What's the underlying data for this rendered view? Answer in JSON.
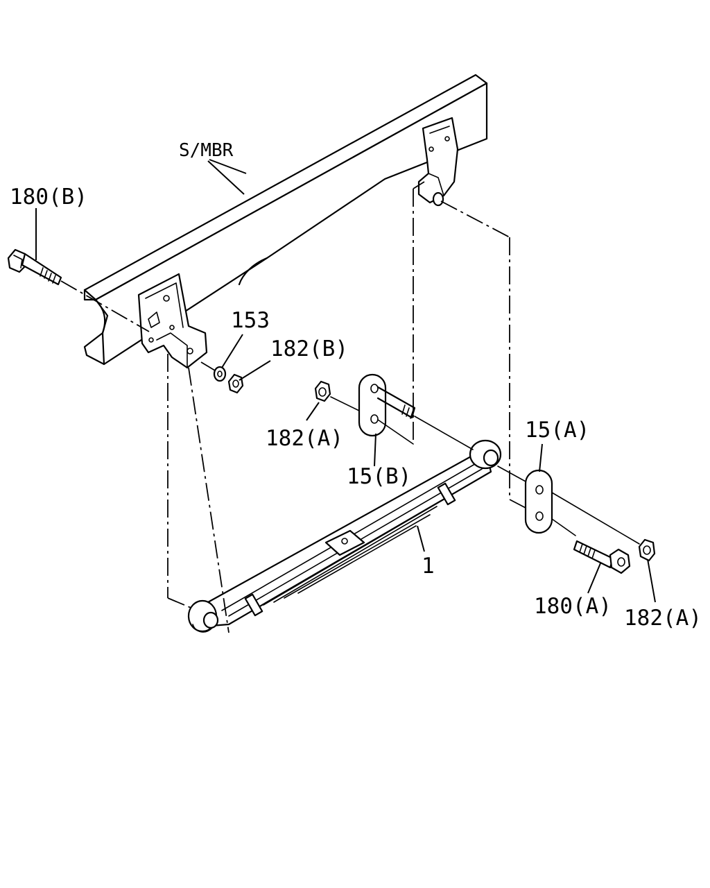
{
  "labels": {
    "frame_member": "S/MBR",
    "bolt_rear": "180(B)",
    "washer": "153",
    "nut_rear": "182(B)",
    "nut_front_inner": "182(A)",
    "shackle_inner": "15(B)",
    "shackle_outer": "15(A)",
    "leaf_spring": "1",
    "bolt_front": "180(A)",
    "nut_front_outer": "182(A)"
  },
  "colors": {
    "line": "#000000",
    "background": "#ffffff"
  }
}
